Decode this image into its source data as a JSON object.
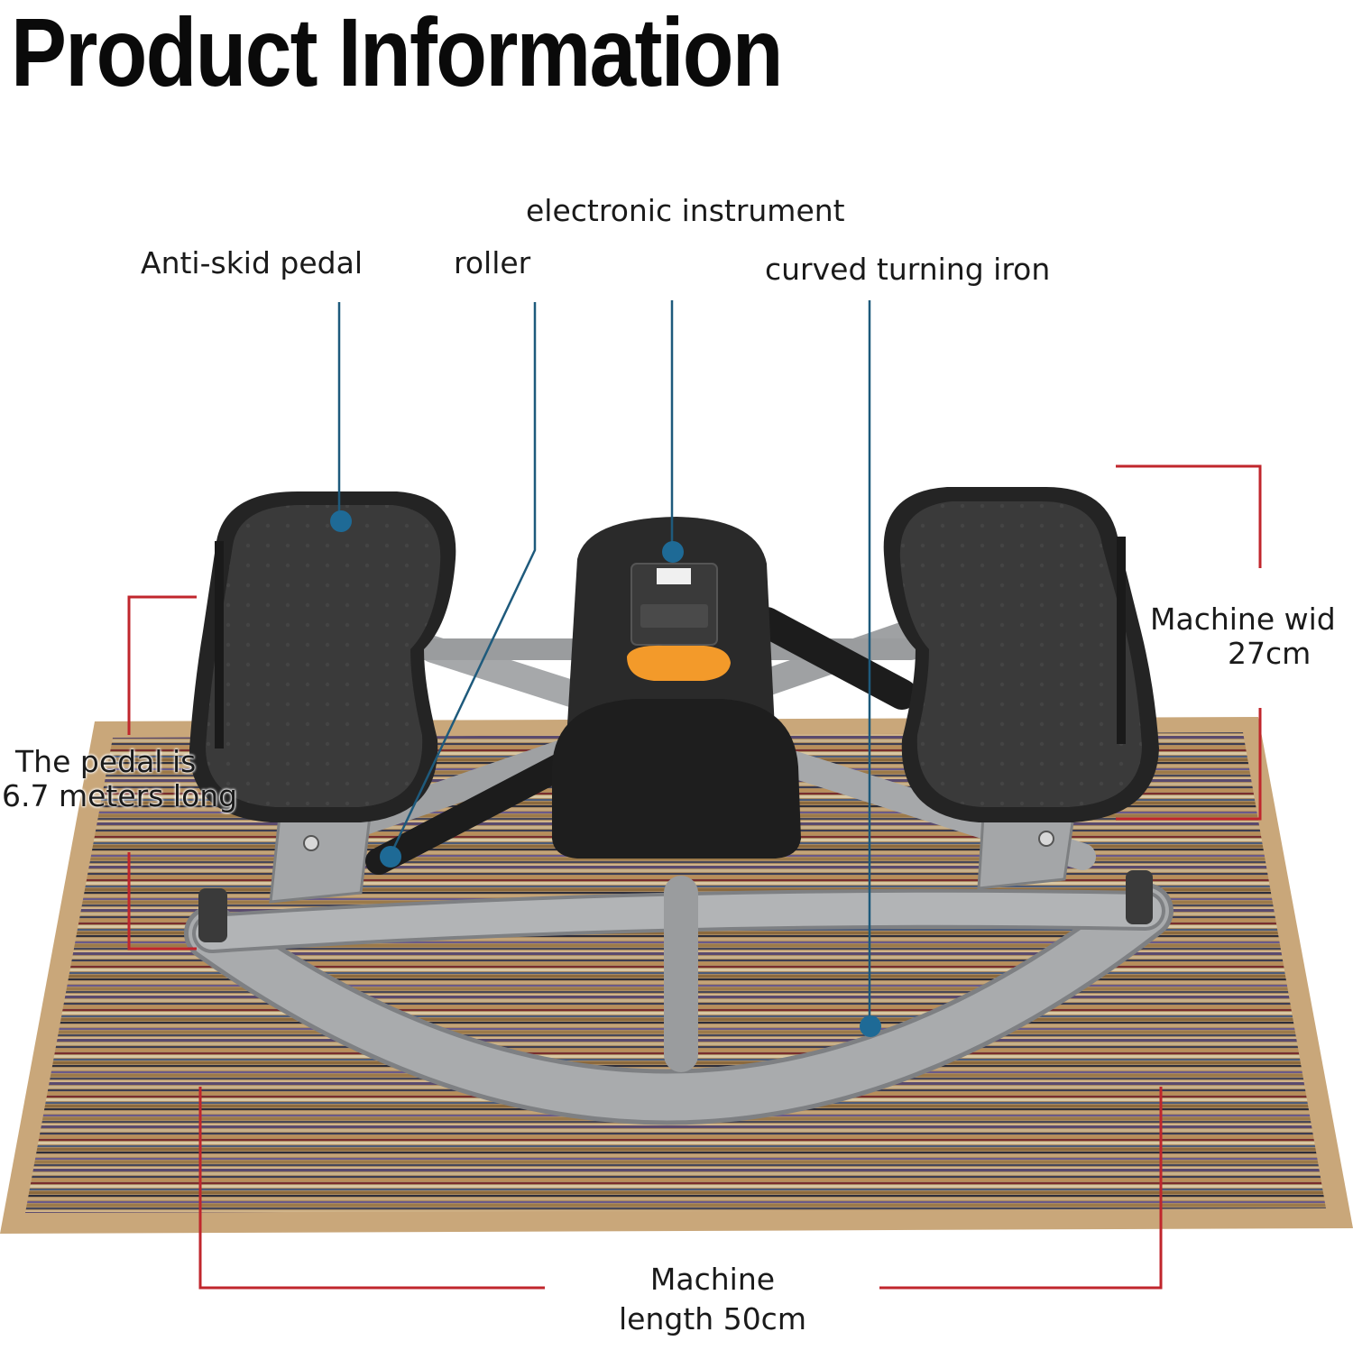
{
  "title": "Product Information",
  "callouts": {
    "anti_skid_pedal": "Anti-skid pedal",
    "roller": "roller",
    "electronic_instrument": "electronic instrument",
    "curved_turning_iron": "curved turning iron"
  },
  "dimensions": {
    "width_line1": "Machine wid",
    "width_line2": "27cm",
    "pedal_line1": "The pedal is",
    "pedal_line2": "6.7 meters long",
    "length_line1": "Machine",
    "length_line2": "length 50cm"
  },
  "colors": {
    "callout_line": "#1e5a7c",
    "dimension_line": "#c0262c",
    "pedal": "#2e2e2e",
    "frame": "#a9abad",
    "orange_pad": "#f39a2a"
  }
}
